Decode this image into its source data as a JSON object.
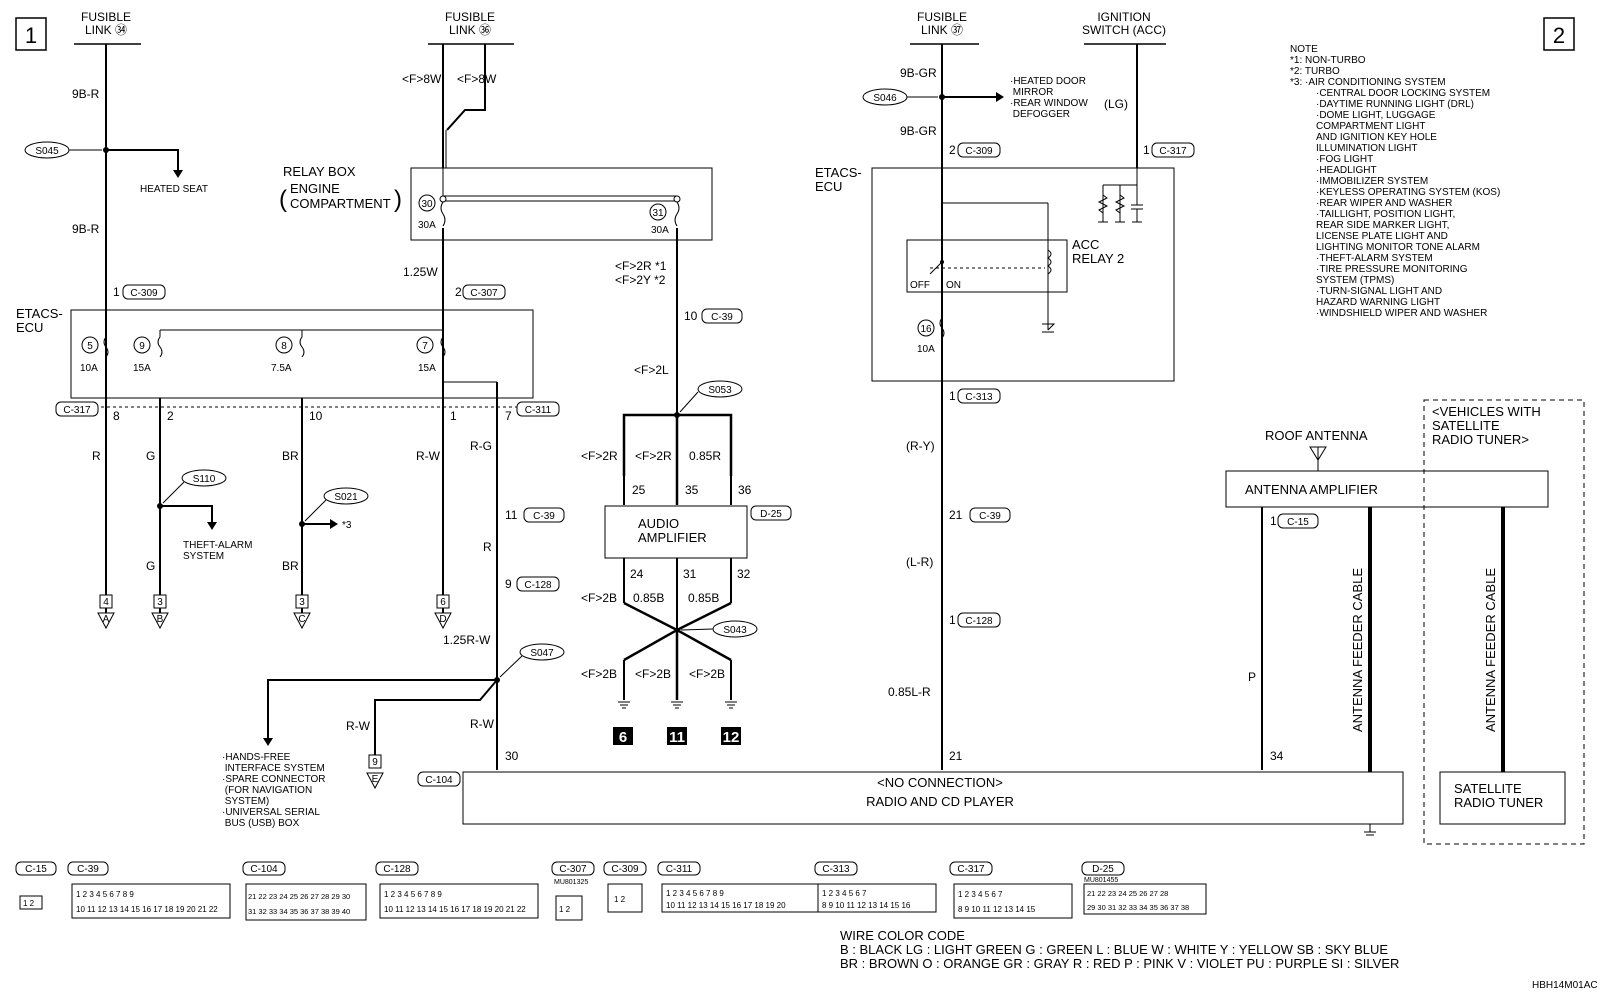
{
  "page_markers": [
    "1",
    "2"
  ],
  "fusible_links": {
    "fl34": "FUSIBLE\nLINK ㉞",
    "fl36": "FUSIBLE\nLINK ㊱",
    "fl37": "FUSIBLE\nLINK ㊲"
  },
  "ignition_switch": "IGNITION\nSWITCH (ACC)",
  "relay_box": {
    "label": "RELAY BOX",
    "sub1": "ENGINE",
    "sub2": "COMPARTMENT",
    "fuse30": "30",
    "fuse30_amp": "30A",
    "fuse31": "31",
    "fuse31_amp": "30A"
  },
  "etacs_ecu_label": "ETACS-\nECU",
  "etacs_fuses": [
    {
      "no": "5",
      "amp": "10A"
    },
    {
      "no": "9",
      "amp": "15A"
    },
    {
      "no": "8",
      "amp": "7.5A"
    },
    {
      "no": "7",
      "amp": "15A"
    }
  ],
  "etacs_right": {
    "fuse_no": "16",
    "fuse_amp": "10A",
    "relay_label": "ACC\nRELAY 2",
    "off": "OFF",
    "on": "ON"
  },
  "splices": [
    "S045",
    "S046",
    "S053",
    "S110",
    "S021",
    "S047",
    "S043"
  ],
  "splice_destinations": {
    "heated_seat": "HEATED SEAT",
    "theft_alarm": "THEFT-ALARM\nSYSTEM",
    "star3": "*3",
    "heated_door": "·HEATED DOOR\n MIRROR\n·REAR WINDOW\n DEFOGGER"
  },
  "wire_labels": {
    "w9br_1": "9B-R",
    "w9br_2": "9B-R",
    "f8w_1": "<F>8W",
    "f8w_2": "<F>8W",
    "w125w": "1.25W",
    "f2r_star1": "<F>2R *1",
    "f2y_star2": "<F>2Y *2",
    "f2l": "<F>2L",
    "w9bgr_1": "9B-GR",
    "w9bgr_2": "9B-GR",
    "lg": "(LG)",
    "r": "R",
    "g1": "G",
    "g2": "G",
    "br1": "BR",
    "br2": "BR",
    "rw": "R-W",
    "rg": "R-G",
    "r2": "R",
    "w125rw": "1.25R-W",
    "rw2": "R-W",
    "rw3": "R-W",
    "f2r_a": "<F>2R",
    "f2r_b": "<F>2R",
    "w085r": "0.85R",
    "f2b_a": "<F>2B",
    "w085b_a": "0.85B",
    "w085b_b": "0.85B",
    "f2b_b": "<F>2B",
    "f2b_c": "<F>2B",
    "f2b_d": "<F>2B",
    "ry": "(R-Y)",
    "lr": "(L-R)",
    "w085lr": "0.85L-R",
    "p": "P"
  },
  "connectors": {
    "c309_a": "C-309",
    "c307": "C-307",
    "c39_a": "C-39",
    "c309_b": "C-309",
    "c317_a": "C-317",
    "c317_b": "C-317",
    "c311": "C-311",
    "c39_b": "C-39",
    "c128_a": "C-128",
    "d25": "D-25",
    "c313": "C-313",
    "c39_c": "C-39",
    "c128_b": "C-128",
    "c15": "C-15",
    "c104": "C-104"
  },
  "pins": {
    "p1": "1",
    "p2": "2",
    "p10": "10",
    "p2b": "2",
    "p7": "7",
    "p1b": "1",
    "p8": "8",
    "p2c": "2",
    "p10b": "10",
    "p11": "11",
    "p9": "9",
    "p30": "30",
    "p25": "25",
    "p35": "35",
    "p36": "36",
    "p24": "24",
    "p31": "31",
    "p32": "32",
    "p1c": "1",
    "p21": "21",
    "p1d": "1",
    "p21b": "21",
    "p1e": "1",
    "p34": "34"
  },
  "terminals": [
    {
      "num": "4",
      "letter": "A"
    },
    {
      "num": "3",
      "letter": "B"
    },
    {
      "num": "3",
      "letter": "C"
    },
    {
      "num": "6",
      "letter": "D"
    },
    {
      "num": "9",
      "letter": "E"
    }
  ],
  "grounds": [
    "6",
    "11",
    "12"
  ],
  "audio_amplifier": "AUDIO\nAMPLIFIER",
  "radio": {
    "line1": "<NO CONNECTION>",
    "line2": "RADIO AND CD PLAYER"
  },
  "hands_free": "·HANDS-FREE\n INTERFACE SYSTEM\n·SPARE CONNECTOR\n (FOR NAVIGATION\n SYSTEM)\n·UNIVERSAL SERIAL\n BUS (USB) BOX",
  "roof_antenna": "ROOF ANTENNA",
  "antenna_amplifier": "ANTENNA AMPLIFIER",
  "antenna_feeder_cable": "ANTENNA FEEDER CABLE",
  "satellite_group": "<VEHICLES WITH\nSATELLITE\nRADIO TUNER>",
  "satellite_tuner": "SATELLITE\nRADIO TUNER",
  "note": {
    "title": "NOTE",
    "lines": [
      "*1: NON-TURBO",
      "*2: TURBO",
      "*3: ·AIR CONDITIONING SYSTEM",
      "·CENTRAL DOOR LOCKING SYSTEM",
      "·DAYTIME RUNNING LIGHT (DRL)",
      "·DOME LIGHT, LUGGAGE",
      " COMPARTMENT LIGHT",
      " AND IGNITION KEY HOLE",
      " ILLUMINATION LIGHT",
      "·FOG LIGHT",
      "·HEADLIGHT",
      "·IMMOBILIZER SYSTEM",
      "·KEYLESS OPERATING SYSTEM (KOS)",
      "·REAR WIPER AND WASHER",
      "·TAILLIGHT, POSITION LIGHT,",
      " REAR SIDE MARKER LIGHT,",
      " LICENSE PLATE LIGHT AND",
      " LIGHTING MONITOR TONE ALARM",
      "·THEFT-ALARM SYSTEM",
      "·TIRE PRESSURE MONITORING",
      " SYSTEM (TPMS)",
      "·TURN-SIGNAL LIGHT AND",
      " HAZARD WARNING LIGHT",
      "·WINDSHIELD WIPER AND WASHER"
    ]
  },
  "connector_legend": {
    "labels": [
      "C-15",
      "C-39",
      "C-104",
      "C-128",
      "C-307",
      "C-309",
      "C-311",
      "C-313",
      "C-317",
      "D-25"
    ],
    "part_numbers": {
      "c307": "MU801325",
      "d25": "MU801455"
    },
    "c39_row1": "1 2 3 4   5 6 7 8 9",
    "c39_row2": "10 11 12 13 14 15 16 17 18 19 20 21 22",
    "c104_row1": "21 22 23 24 25 26 27 28 29 30",
    "c104_row2": "31 32 33 34 35 36 37 38 39 40",
    "c311_row1": "1 2 3 4 5 6 7 8 9",
    "c311_row2": "10 11 12 13 14 15 16 17 18 19 20",
    "c313_row1": "1 2 3 4   5 6 7",
    "c313_row2": "8 9 10 11 12 13 14 15 16",
    "c317_row1": "1 2 3 4   5 6 7",
    "c317_row2": "8 9 10 11  12  13 14 15",
    "d25_row1": "21 22 23 24   25 26 27 28",
    "d25_row2": "29 30 31 32 33 34 35 36 37 38",
    "c15_pins": "1 2",
    "c307_pins": "1 2",
    "c309_pins": "1 2"
  },
  "wire_color_code": {
    "title": "WIRE COLOR CODE",
    "line1": "B : BLACK    LG : LIGHT GREEN    G : GREEN    L : BLUE    W : WHITE    Y : YELLOW    SB : SKY BLUE",
    "line2": "BR : BROWN    O : ORANGE    GR : GRAY    R : RED    P : PINK    V : VIOLET    PU : PURPLE    SI : SILVER"
  },
  "diagram_code": "HBH14M01AC"
}
